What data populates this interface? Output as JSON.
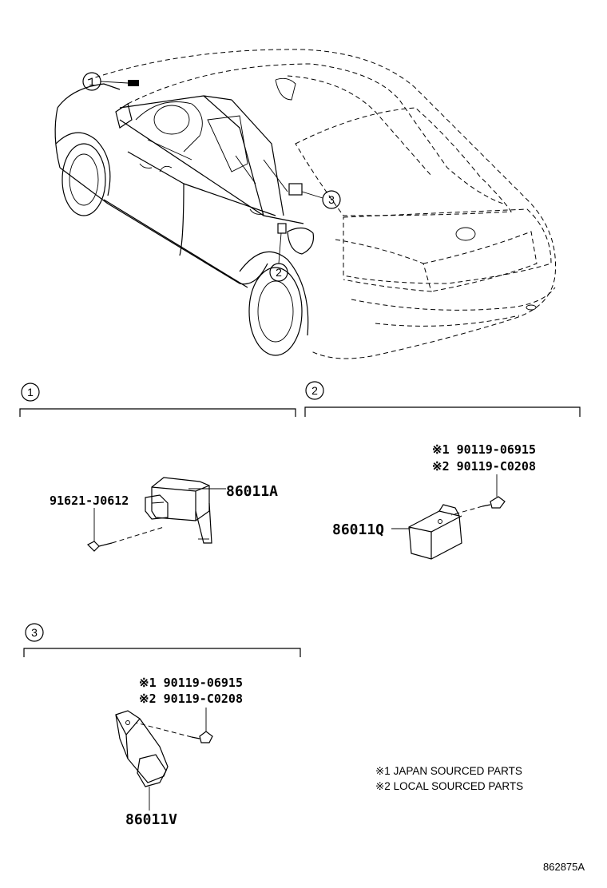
{
  "callouts": {
    "one": "1",
    "two": "2",
    "three": "3"
  },
  "section1": {
    "number": "1",
    "parts": {
      "screw": "91621-J0612",
      "sensor": "86011A"
    }
  },
  "section2": {
    "number": "2",
    "parts": {
      "bolt_japan": "※1 90119-06915",
      "bolt_local": "※2 90119-C0208",
      "sensor": "86011Q"
    }
  },
  "section3": {
    "number": "3",
    "parts": {
      "bolt_japan": "※1 90119-06915",
      "bolt_local": "※2 90119-C0208",
      "sensor": "86011V"
    }
  },
  "legend": {
    "japan": "※1 JAPAN SOURCED PARTS",
    "local": "※2 LOCAL SOURCED PARTS"
  },
  "diagram_id": "862875A"
}
